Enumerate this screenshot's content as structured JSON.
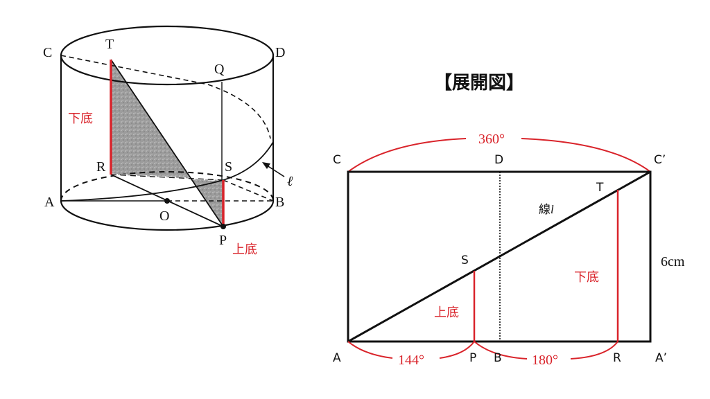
{
  "title": "【展開図】",
  "cylinder": {
    "points": {
      "C": "C",
      "D": "D",
      "T": "T",
      "Q": "Q",
      "R": "R",
      "S": "S",
      "A": "A",
      "B": "B",
      "O": "O",
      "P": "P",
      "l": "ℓ"
    },
    "labels": {
      "lower_base": "下底",
      "upper_base": "上底"
    }
  },
  "net": {
    "points": {
      "C": "C",
      "D": "D",
      "C_prime": "C’",
      "T": "T",
      "S": "S",
      "A": "A",
      "P": "P",
      "B": "B",
      "R": "R",
      "A_prime": "A’"
    },
    "line_label": "線",
    "line_label_italic": "l",
    "height_label": "6cm",
    "arc_top": "360°",
    "arc_ap": "144°",
    "arc_pr": "180°",
    "labels": {
      "lower_base": "下底",
      "upper_base": "上底"
    }
  },
  "colors": {
    "accent_red": "#d9232a",
    "stroke": "#111111",
    "shade": "#9a9a9a"
  }
}
